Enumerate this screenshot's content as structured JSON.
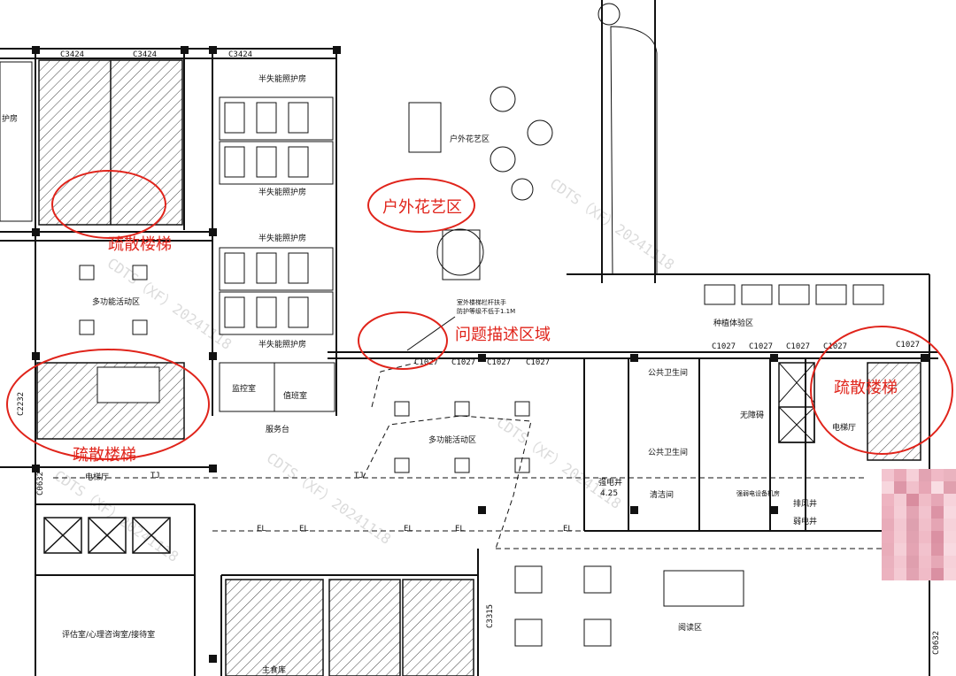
{
  "colors": {
    "line": "#111111",
    "annotation": "#e0241b",
    "hatch": "#444444",
    "watermark": "#bfbfbf"
  },
  "watermark_texts": [
    "CDTS（XF）20241118",
    "CDTS（XF）20241118",
    "CDTS（XF）20241118",
    "CDTS（XF）20241118",
    "CDTS（XF）20241118"
  ],
  "annotations": {
    "stair_top_left": "疏散楼梯",
    "stair_mid_left": "疏散楼梯",
    "stair_right": "疏散楼梯",
    "garden": "户外花艺区",
    "problem_area": "问题描述区域"
  },
  "rooms": {
    "care_room_1": "半失能照护房",
    "care_room_2": "半失能照护房",
    "care_room_3": "半失能照护房",
    "care_room_4": "半失能照护房",
    "care_left": "护房",
    "multi_activity_left": "多功能活动区",
    "multi_activity_center": "多功能活动区",
    "outdoor_garden": "户外花艺区",
    "planting": "种植体验区",
    "public_wc": "公共卫生间",
    "public_wc2": "公共卫生间",
    "monitor": "监控室",
    "duty": "值班室",
    "service_desk": "服务台",
    "elevator_hall_left": "电梯厅",
    "elevator_hall_right": "电梯厅",
    "electrical_shaft": "强电井",
    "electrical_level": "4.25",
    "cleaning": "清洁间",
    "barrier_free": "无障碍",
    "fan_shaft": "排风井",
    "weak_shaft": "弱电井",
    "assessment": "评估室/心理咨询室/接待室",
    "reading": "阅读区",
    "main_kitchen": "主食库",
    "note_line1": "室外楼梯栏杆扶手",
    "note_line2": "防护等级不低于1.1M",
    "equipment": "强弱电设备机房"
  },
  "tags": {
    "c3424_a": "C3424",
    "c3424_b": "C3424",
    "c3424_c": "C3424",
    "c2232": "C2232",
    "c0632_left": "C0632",
    "c0632_right": "C0632",
    "c1027_list": [
      "C1027",
      "C1027",
      "C1027",
      "C1027",
      "C1027",
      "C1027",
      "C1027",
      "C1027"
    ],
    "c1027_right": "C1027",
    "c3315": "C3315",
    "el": "EL",
    "tj": "TJ"
  },
  "mosaic_colors": [
    "#f3c4cf",
    "#e9aab8",
    "#f6d0d8",
    "#e2a3b2",
    "#f0b9c6",
    "#eab3bf",
    "#f7d6dd",
    "#dd96a7",
    "#f1c0cb",
    "#e7a6b5",
    "#f9dde3",
    "#e0a0ae",
    "#eeb4c1",
    "#f4cbd4",
    "#d98d9f",
    "#f0bcc7",
    "#e6a7b6",
    "#f7d3db",
    "#ecb0be",
    "#f5cdd6",
    "#e3a4b3",
    "#f2c3ce",
    "#dc93a5",
    "#f8d9e0",
    "#e8abb9",
    "#f3c7d1",
    "#dea0af",
    "#f1bfca",
    "#e5a5b4",
    "#f6d2da",
    "#ebaebc",
    "#f4c9d2",
    "#e1a2b1",
    "#f0bac6",
    "#db91a3",
    "#f7d5dc",
    "#e9adba",
    "#f5cfd7",
    "#e4a4b3",
    "#f2c2cd",
    "#dd95a6",
    "#f8dae1",
    "#eab1be",
    "#f3c6d0",
    "#df9fae",
    "#f1bec9",
    "#e6a8b6",
    "#f6d1d9",
    "#ecb2bf",
    "#f4cad3",
    "#e2a3b2",
    "#f0bbc7",
    "#da90a2",
    "#f7d4db"
  ]
}
